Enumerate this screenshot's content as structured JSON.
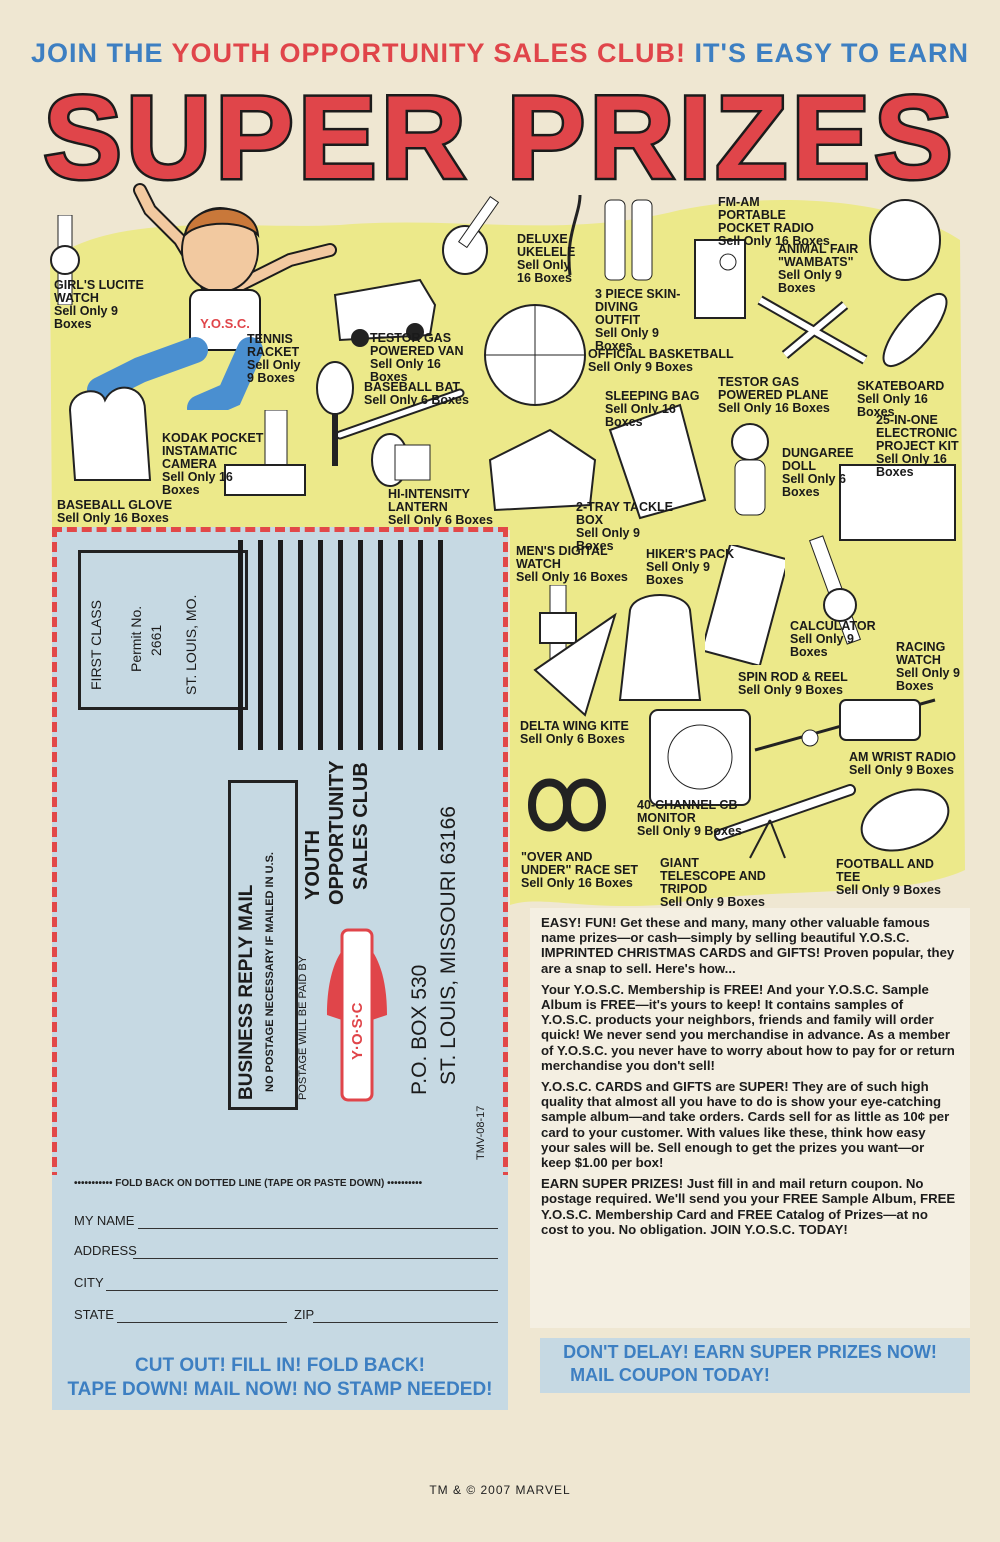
{
  "header": {
    "line_prefix": "JOIN THE ",
    "club_name": "YOUTH OPPORTUNITY SALES CLUB!",
    "line_suffix": " IT'S EASY TO EARN",
    "big_title": "SUPER PRIZES"
  },
  "mascot_shirt": "Y.O.S.C.",
  "prizes": [
    {
      "name": "GIRL'S LUCITE WATCH",
      "price": "Sell Only 9 Boxes"
    },
    {
      "name": "TENNIS RACKET",
      "price": "Sell Only 9 Boxes"
    },
    {
      "name": "TESTOR GAS POWERED VAN",
      "price": "Sell Only 16 Boxes"
    },
    {
      "name": "DELUXE UKELELE",
      "price": "Sell Only 16 Boxes"
    },
    {
      "name": "3 PIECE SKIN-DIVING OUTFIT",
      "price": "Sell Only 9 Boxes"
    },
    {
      "name": "FM-AM PORTABLE POCKET RADIO",
      "price": "Sell Only 16 Boxes"
    },
    {
      "name": "ANIMAL FAIR \"WAMBATS\"",
      "price": "Sell Only 9 Boxes"
    },
    {
      "name": "OFFICIAL BASKETBALL",
      "price": "Sell Only 9 Boxes"
    },
    {
      "name": "BASEBALL BAT",
      "price": "Sell Only 6 Boxes"
    },
    {
      "name": "SLEEPING BAG",
      "price": "Sell Only 16 Boxes"
    },
    {
      "name": "TESTOR GAS POWERED PLANE",
      "price": "Sell Only 16 Boxes"
    },
    {
      "name": "SKATEBOARD",
      "price": "Sell Only 16 Boxes"
    },
    {
      "name": "KODAK POCKET INSTAMATIC CAMERA",
      "price": "Sell Only 16 Boxes"
    },
    {
      "name": "HI-INTENSITY LANTERN",
      "price": "Sell Only 6 Boxes"
    },
    {
      "name": "2-TRAY TACKLE BOX",
      "price": "Sell Only 9 Boxes"
    },
    {
      "name": "DUNGAREE DOLL",
      "price": "Sell Only 6 Boxes"
    },
    {
      "name": "25-IN-ONE ELECTRONIC PROJECT KIT",
      "price": "Sell Only 16 Boxes"
    },
    {
      "name": "BASEBALL GLOVE",
      "price": "Sell Only 16 Boxes"
    },
    {
      "name": "MEN'S DIGITAL WATCH",
      "price": "Sell Only 16 Boxes"
    },
    {
      "name": "HIKER'S PACK",
      "price": "Sell Only 9 Boxes"
    },
    {
      "name": "CALCULATOR",
      "price": "Sell Only 9 Boxes"
    },
    {
      "name": "RACING WATCH",
      "price": "Sell Only 9 Boxes"
    },
    {
      "name": "SPIN ROD & REEL",
      "price": "Sell Only 9 Boxes"
    },
    {
      "name": "DELTA WING KITE",
      "price": "Sell Only 6 Boxes"
    },
    {
      "name": "AM WRIST RADIO",
      "price": "Sell Only 9 Boxes"
    },
    {
      "name": "40-CHANNEL CB MONITOR",
      "price": "Sell Only 9 Boxes"
    },
    {
      "name": "\"OVER AND UNDER\" RACE SET",
      "price": "Sell Only 16 Boxes"
    },
    {
      "name": "GIANT TELESCOPE AND TRIPOD",
      "price": "Sell Only 9 Boxes"
    },
    {
      "name": "FOOTBALL AND TEE",
      "price": "Sell Only 9 Boxes"
    }
  ],
  "coupon": {
    "permit": [
      "FIRST CLASS",
      "Permit No.",
      "2661",
      "ST. LOUIS, MO."
    ],
    "brm_title": "BUSINESS REPLY MAIL",
    "brm_sub": "NO POSTAGE NECESSARY IF MAILED IN U.S.",
    "postage_note": "POSTAGE WILL BE PAID BY",
    "logo_text": "Y·O·S·C",
    "club_lines": [
      "YOUTH",
      "OPPORTUNITY",
      "SALES CLUB"
    ],
    "address_lines": [
      "P.O. BOX 530",
      "ST. LOUIS, MISSOURI 63166"
    ],
    "code": "TMV-08-17",
    "fold_text": "FOLD BACK ON DOTTED LINE (TAPE OR PASTE DOWN)",
    "fields": {
      "name": "MY NAME",
      "address": "ADDRESS",
      "city": "CITY",
      "state": "STATE",
      "zip": "ZIP"
    },
    "cta_line1": "CUT OUT!  FILL IN!  FOLD BACK!",
    "cta_line2": "TAPE DOWN!  MAIL NOW!  NO STAMP NEEDED!"
  },
  "copy": {
    "p1": "EASY! FUN! Get these and many, many other valuable famous name prizes—or cash—simply by selling beautiful Y.O.S.C. IMPRINTED CHRISTMAS CARDS and GIFTS! Proven popular, they are a snap to sell. Here's how...",
    "p2": "Your Y.O.S.C. Membership is FREE! And your Y.O.S.C. Sample Album is FREE—it's yours to keep! It contains samples of Y.O.S.C. products your neighbors, friends and family will order quick! We never send you merchandise in advance. As a member of Y.O.S.C. you never have to worry about how to pay for or return merchandise you don't sell!",
    "p3": "Y.O.S.C. CARDS and GIFTS are SUPER! They are of such high quality that almost all you have to do is show your eye-catching sample album—and take orders. Cards sell for as little as 10¢ per card to your customer. With values like these, think how easy your sales will be. Sell enough to get the prizes you want—or keep $1.00 per box!",
    "p4": "EARN SUPER PRIZES! Just fill in and mail return coupon. No postage required. We'll send you your FREE Sample Album, FREE Y.O.S.C. Membership Card and FREE Catalog of Prizes—at no cost to you. No obligation. JOIN Y.O.S.C. TODAY!",
    "cta_line1": "DON'T DELAY! EARN SUPER PRIZES NOW!",
    "cta_line2": "MAIL COUPON TODAY!"
  },
  "footer": "TM & © 2007 MARVEL",
  "colors": {
    "blue": "#3d7fc2",
    "red": "#e0454a",
    "yellow": "#ece98a",
    "coupon": "#c6d9e3"
  }
}
